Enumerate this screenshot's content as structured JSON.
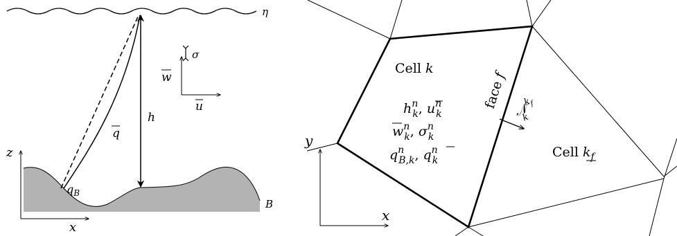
{
  "left_panel": {
    "surface_label": "η",
    "sigma_label": "σ",
    "w_bar_label": "w",
    "u_bar_label": "u",
    "h_label": "h",
    "q_bar_label": "q",
    "qB_main": "q",
    "qB_sub": "B",
    "z_axis_label": "z",
    "x_axis_label": "x",
    "bottom_label": "B"
  },
  "right_panel": {
    "cell_k_text": "Cell ",
    "cell_k_var": "k",
    "vars_line1_a": "h",
    "vars_line1_b": "u",
    "vars_line2_a": "w",
    "vars_line2_b": "σ",
    "vars_line3_a": "q",
    "vars_line3_a_sub": "B,k",
    "vars_line3_b": "q",
    "sup_n": "n",
    "sub_k": "k",
    "comma": ",",
    "face_text": "face ",
    "face_var": "f",
    "normal_main": "𝒩",
    "normal_sup_k": "k",
    "normal_sup_f": "f",
    "normal_sub": "k",
    "cell_kf_text": "Cell ",
    "cell_kf_var": "k",
    "cell_kf_sub": "f",
    "y_axis_label": "y",
    "x_axis_label": "x"
  }
}
